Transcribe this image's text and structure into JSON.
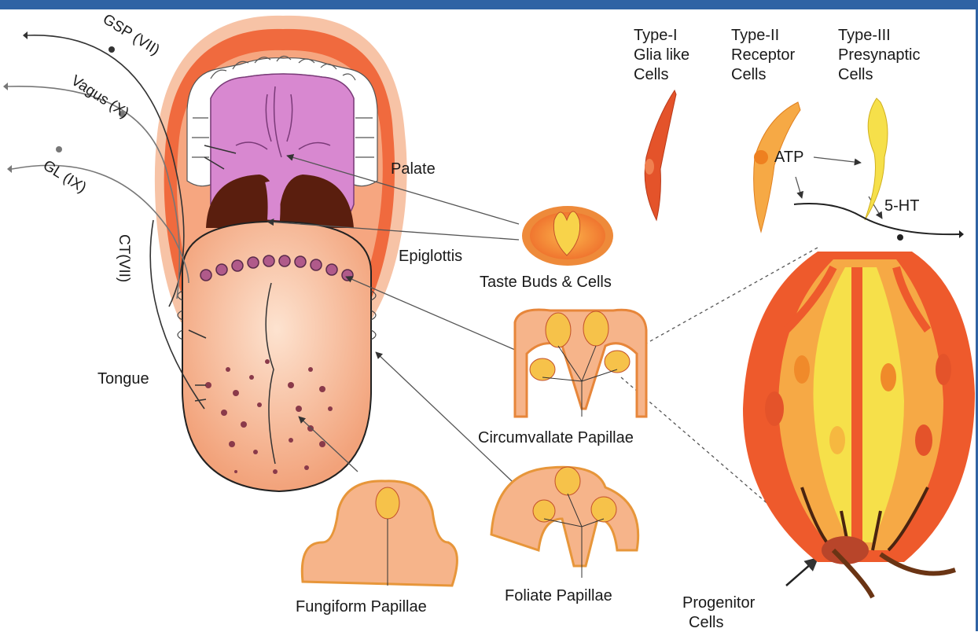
{
  "labels": {
    "gsp": "GSP (VII)",
    "vagus": "Vagus (X)",
    "gl": "GL (IX)",
    "ct": "CT(VII)",
    "palate": "Palate",
    "epiglottis": "Epiglottis",
    "tongue": "Tongue",
    "taste_buds": "Taste Buds & Cells",
    "circumvallate": "Circumvallate Papillae",
    "fungiform": "Fungiform Papillae",
    "foliate": "Foliate Papillae",
    "progenitor_line1": "Progenitor",
    "progenitor_line2": "Cells",
    "atp": "ATP",
    "serotonin": "5-HT"
  },
  "cell_types": [
    {
      "line1": "Type-I",
      "line2": "Glia like",
      "line3": "Cells"
    },
    {
      "line1": "Type-II",
      "line2": "Receptor",
      "line3": "Cells"
    },
    {
      "line1": "Type-III",
      "line2": "Presynaptic",
      "line3": "Cells"
    }
  ],
  "colors": {
    "frame": "#2f63a4",
    "lips": "#ee5a2c",
    "palate": "#d888d0",
    "tongue": "#f6b48a",
    "throat": "#5a1e0e",
    "type1": "#e4532a",
    "type2": "#f6a945",
    "type3": "#f6e04a"
  }
}
